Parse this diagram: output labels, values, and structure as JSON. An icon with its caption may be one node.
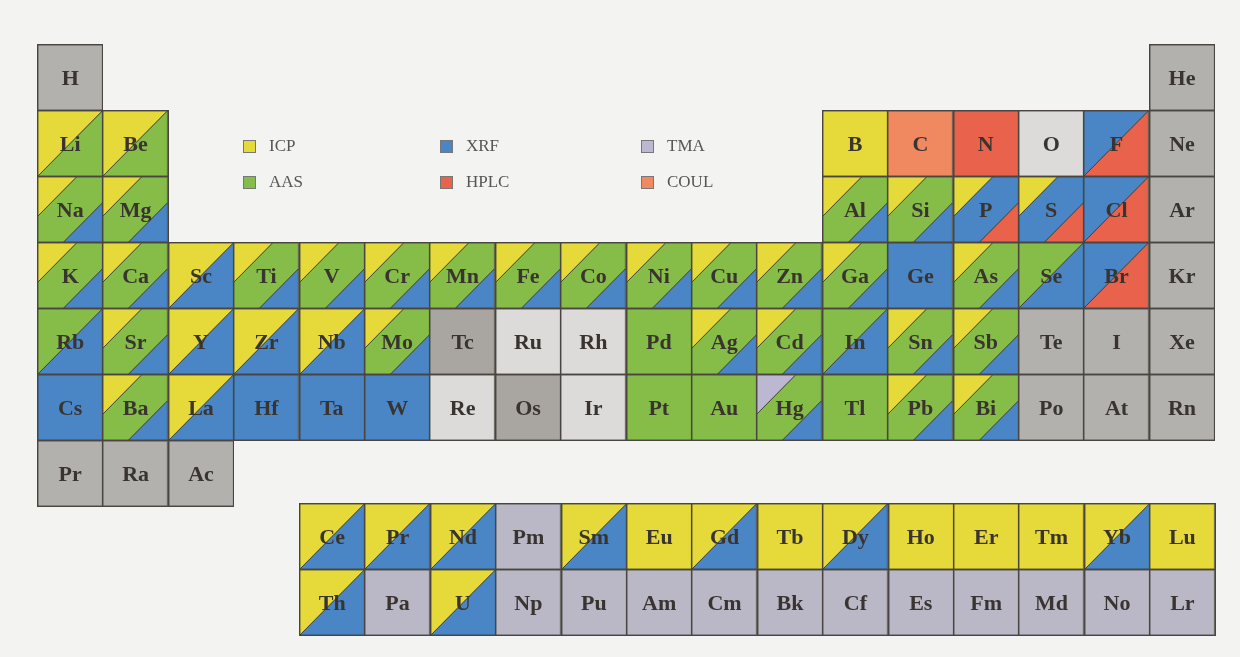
{
  "diagram": {
    "nodes": [
      {
        "text": [
          "H"
        ]
      },
      {
        "text": [
          "He"
        ]
      },
      {
        "text": [
          "Li"
        ]
      },
      {
        "text": [
          "Be"
        ]
      },
      {
        "text": [
          "B"
        ]
      },
      {
        "text": [
          "C"
        ]
      },
      {
        "text": [
          "N"
        ]
      },
      {
        "text": [
          "O"
        ]
      },
      {
        "text": [
          "F"
        ]
      },
      {
        "text": [
          "Ne"
        ]
      },
      {
        "text": [
          "Na"
        ]
      },
      {
        "text": [
          "Mg"
        ]
      },
      {
        "text": [
          "Al"
        ]
      },
      {
        "text": [
          "Si"
        ]
      },
      {
        "text": [
          "P"
        ]
      },
      {
        "text": [
          "S"
        ]
      },
      {
        "text": [
          "Cl"
        ]
      },
      {
        "text": [
          "Ar"
        ]
      },
      {
        "text": [
          "K"
        ]
      },
      {
        "text": [
          "Ca"
        ]
      },
      {
        "text": [
          "Sc"
        ]
      },
      {
        "text": [
          "Ti"
        ]
      },
      {
        "text": [
          "V"
        ]
      },
      {
        "text": [
          "Cr"
        ]
      },
      {
        "text": [
          "Mn"
        ]
      },
      {
        "text": [
          "Fe"
        ]
      },
      {
        "text": [
          "Co"
        ]
      },
      {
        "text": [
          "Ni"
        ]
      },
      {
        "text": [
          "Cu"
        ]
      },
      {
        "text": [
          "Zn"
        ]
      },
      {
        "text": [
          "Ga"
        ]
      },
      {
        "text": [
          "Ge"
        ]
      },
      {
        "text": [
          "As"
        ]
      },
      {
        "text": [
          "Se"
        ]
      },
      {
        "text": [
          "Br"
        ]
      },
      {
        "text": [
          "Kr"
        ]
      },
      {
        "text": [
          "Rb"
        ]
      },
      {
        "text": [
          "Sr"
        ]
      },
      {
        "text": [
          "Y"
        ]
      },
      {
        "text": [
          "Zr"
        ]
      },
      {
        "text": [
          "Nb"
        ]
      },
      {
        "text": [
          "Mo"
        ]
      },
      {
        "text": [
          "Tc"
        ]
      },
      {
        "text": [
          "Ru"
        ]
      },
      {
        "text": [
          "Rh"
        ]
      },
      {
        "text": [
          "Pd"
        ]
      },
      {
        "text": [
          "Ag"
        ]
      },
      {
        "text": [
          "Cd"
        ]
      },
      {
        "text": [
          "In"
        ]
      },
      {
        "text": [
          "Sn"
        ]
      },
      {
        "text": [
          "Sb"
        ]
      },
      {
        "text": [
          "Te"
        ]
      },
      {
        "text": [
          "I"
        ]
      },
      {
        "text": [
          "Xe"
        ]
      },
      {
        "text": [
          "Cs"
        ]
      },
      {
        "text": [
          "Ba"
        ]
      },
      {
        "text": [
          "La"
        ]
      },
      {
        "text": [
          "Hf"
        ]
      },
      {
        "text": [
          "Ta"
        ]
      },
      {
        "text": [
          "W"
        ]
      },
      {
        "text": [
          "Re"
        ]
      },
      {
        "text": [
          "Os"
        ]
      },
      {
        "text": [
          "Ir"
        ]
      },
      {
        "text": [
          "Pt"
        ]
      },
      {
        "text": [
          "Au"
        ]
      },
      {
        "text": [
          "Hg"
        ]
      },
      {
        "text": [
          "Tl"
        ]
      },
      {
        "text": [
          "Pb"
        ]
      },
      {
        "text": [
          "Bi"
        ]
      },
      {
        "text": [
          "Po"
        ]
      },
      {
        "text": [
          "At"
        ]
      },
      {
        "text": [
          "Rn"
        ]
      },
      {
        "text": [
          "Pr"
        ]
      },
      {
        "text": [
          "Ra"
        ]
      },
      {
        "text": [
          "Ac"
        ]
      },
      {
        "text": [
          "Ce"
        ]
      },
      {
        "text": [
          "Pr"
        ]
      },
      {
        "text": [
          "Nd"
        ]
      },
      {
        "text": [
          "Pm"
        ]
      },
      {
        "text": [
          "Sm"
        ]
      },
      {
        "text": [
          "Eu"
        ]
      },
      {
        "text": [
          "Gd"
        ]
      },
      {
        "text": [
          "Tb"
        ]
      },
      {
        "text": [
          "Dy"
        ]
      },
      {
        "text": [
          "Ho"
        ]
      },
      {
        "text": [
          "Er"
        ]
      },
      {
        "text": [
          "Tm"
        ]
      },
      {
        "text": [
          "Yb"
        ]
      },
      {
        "text": [
          "Lu"
        ]
      },
      {
        "text": [
          "Th"
        ]
      },
      {
        "text": [
          "Pa"
        ]
      },
      {
        "text": [
          "U"
        ]
      },
      {
        "text": [
          "Np"
        ]
      },
      {
        "text": [
          "Pu"
        ]
      },
      {
        "text": [
          "Am"
        ]
      },
      {
        "text": [
          "Cm"
        ]
      },
      {
        "text": [
          "Bk"
        ]
      },
      {
        "text": [
          "Cf"
        ]
      },
      {
        "text": [
          "Es"
        ]
      },
      {
        "text": [
          "Fm"
        ]
      },
      {
        "text": [
          "Md"
        ]
      },
      {
        "text": [
          "No"
        ]
      },
      {
        "text": [
          "Lr"
        ]
      }
    ],
    "legend": [
      {
        "text": "ICP",
        "color": "#e6da3a"
      },
      {
        "text": "AAS",
        "color": "#86bd48"
      },
      {
        "text": "XRF",
        "color": "#4a86c6"
      },
      {
        "text": "HPLC",
        "color": "#e8624c"
      },
      {
        "text": "TMA",
        "color": "#bcb8d2"
      },
      {
        "text": "COUL",
        "color": "#f08860"
      }
    ]
  }
}
